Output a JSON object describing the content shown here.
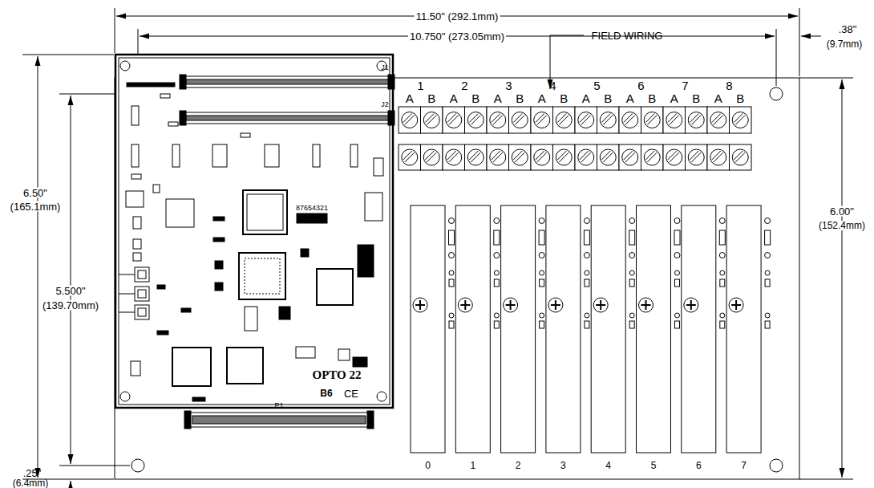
{
  "diagram": {
    "labels": [
      "11.50\" (292.1mm)",
      "10.750\" (273.05mm)",
      ".38\"",
      "(9.7mm)",
      "FIELD WIRING",
      "J1",
      "J2",
      "A",
      "1",
      "B",
      "A",
      "2",
      "B",
      "A",
      "3",
      "B",
      "A",
      "4",
      "B",
      "A",
      "5",
      "B",
      "A",
      "6",
      "B",
      "A",
      "7",
      "B",
      "A",
      "8",
      "B",
      "87654321",
      "6.50\"",
      "(165.1mm)",
      "5.500\"",
      "(139.70mm)",
      "6.00\"",
      "(152.4mm)",
      "OPTO 22",
      "B6",
      "CE",
      "P1",
      "0",
      "1",
      "2",
      "3",
      "4",
      "5",
      "6",
      "7",
      ".25\"",
      "(6.4mm)"
    ]
  }
}
